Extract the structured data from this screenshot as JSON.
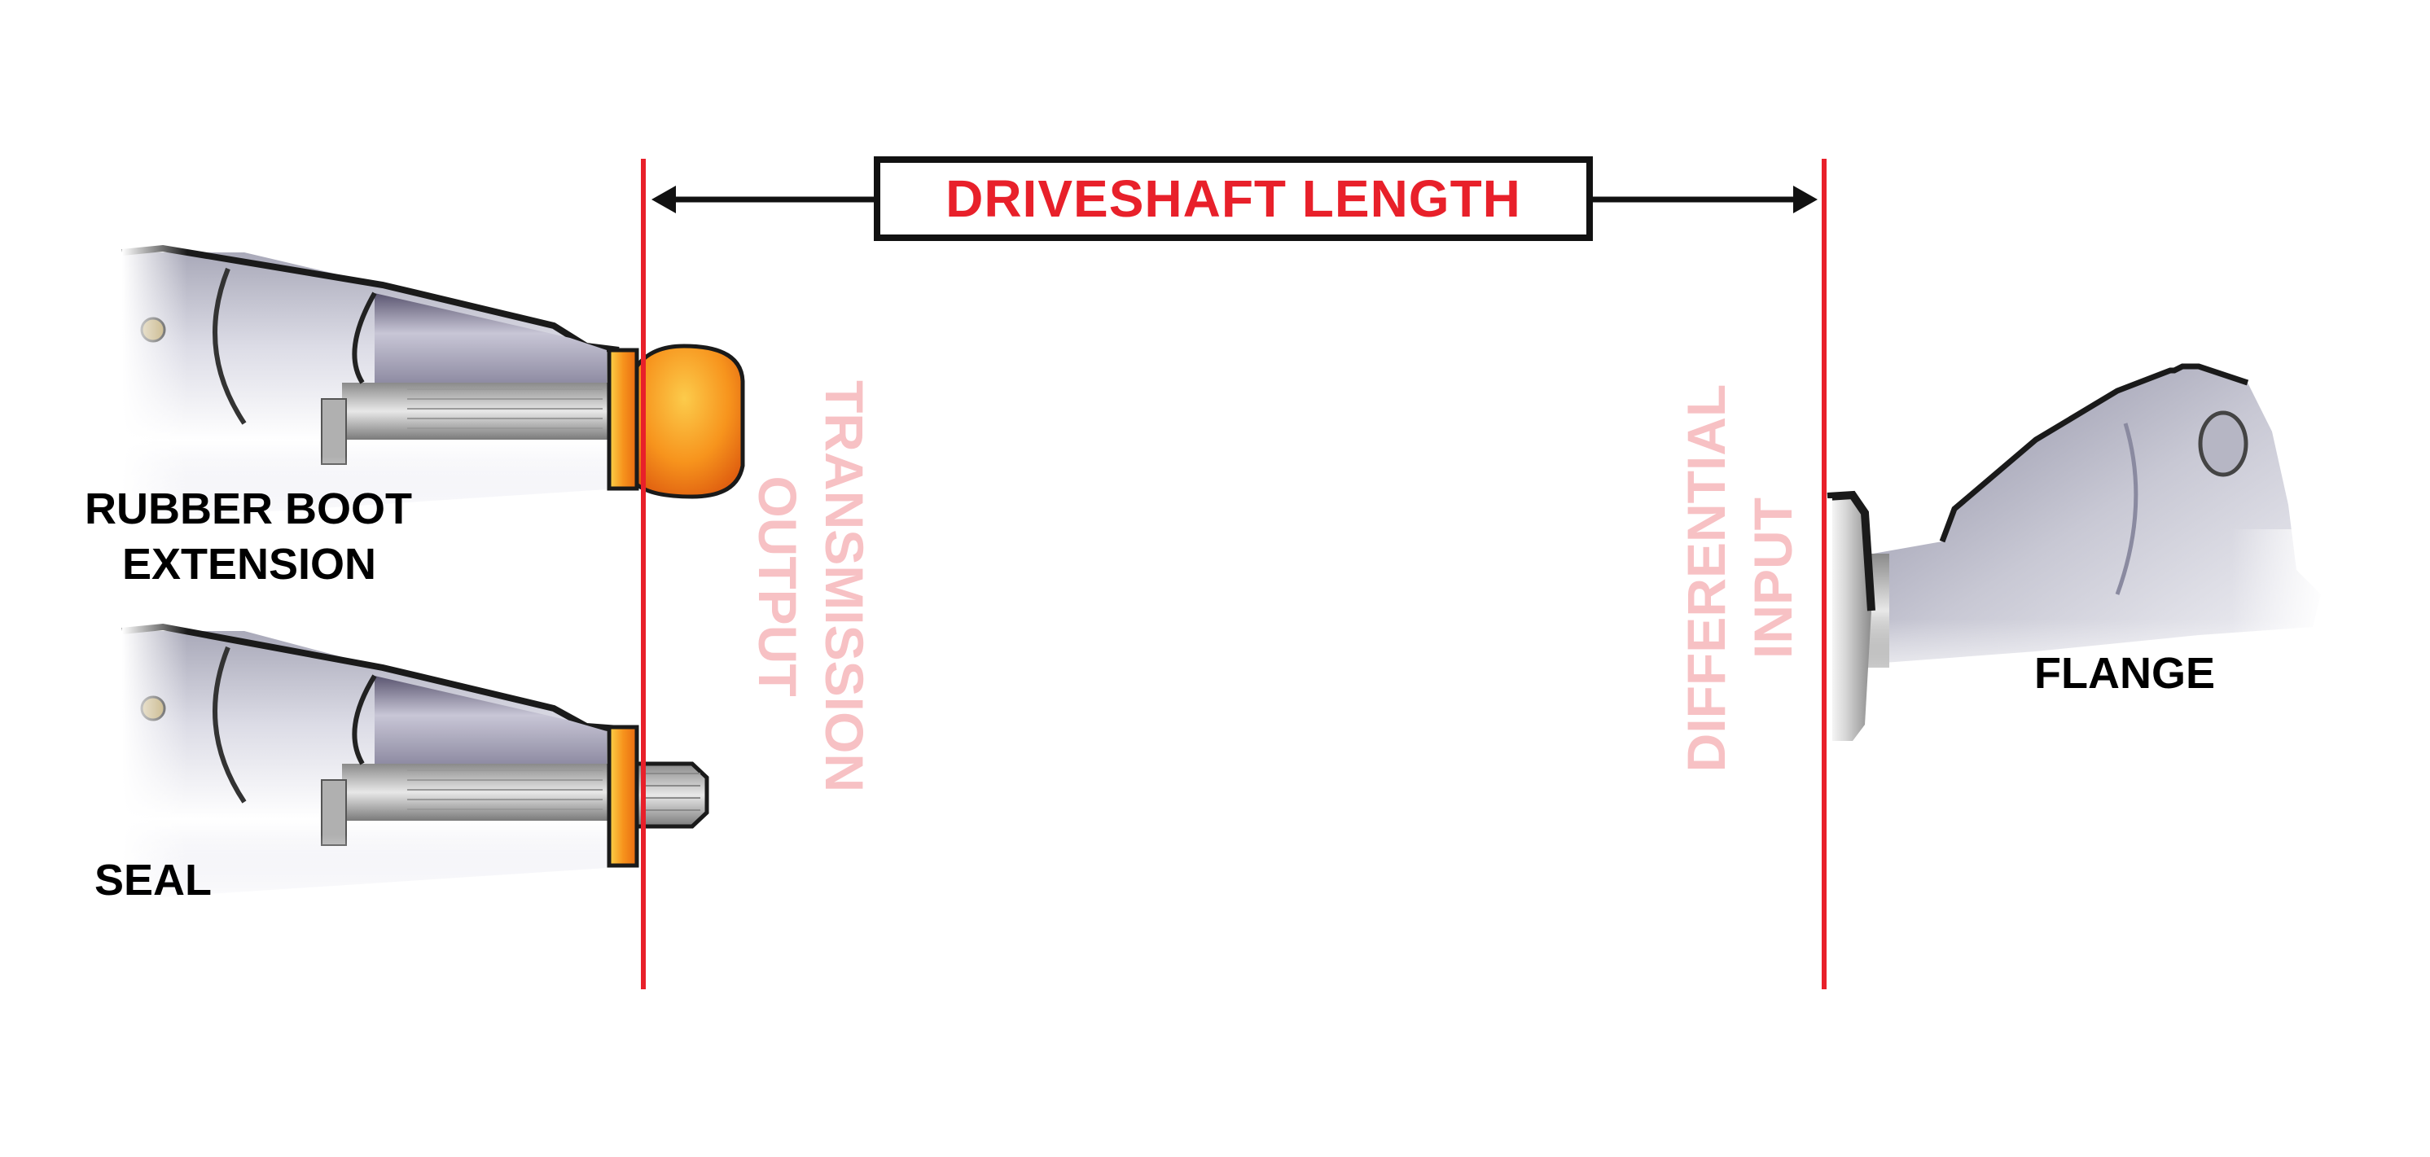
{
  "dimension": {
    "label": "DRIVESHAFT LENGTH"
  },
  "reference_planes": {
    "transmission": {
      "line1": "TRANSMISSION",
      "line2": "OUTPUT"
    },
    "differential": {
      "line1": "DIFFERENTIAL",
      "line2": "INPUT"
    }
  },
  "components": {
    "rubber_boot": {
      "line1": "RUBBER BOOT",
      "line2": "EXTENSION"
    },
    "seal": {
      "label": "SEAL"
    },
    "flange": {
      "label": "FLANGE"
    }
  },
  "colors": {
    "reference_line": "#e8202a",
    "label_red": "#e8202a",
    "faded_label": "#f7c1c4",
    "boot_orange": "#f7941d",
    "text": "#000000"
  }
}
